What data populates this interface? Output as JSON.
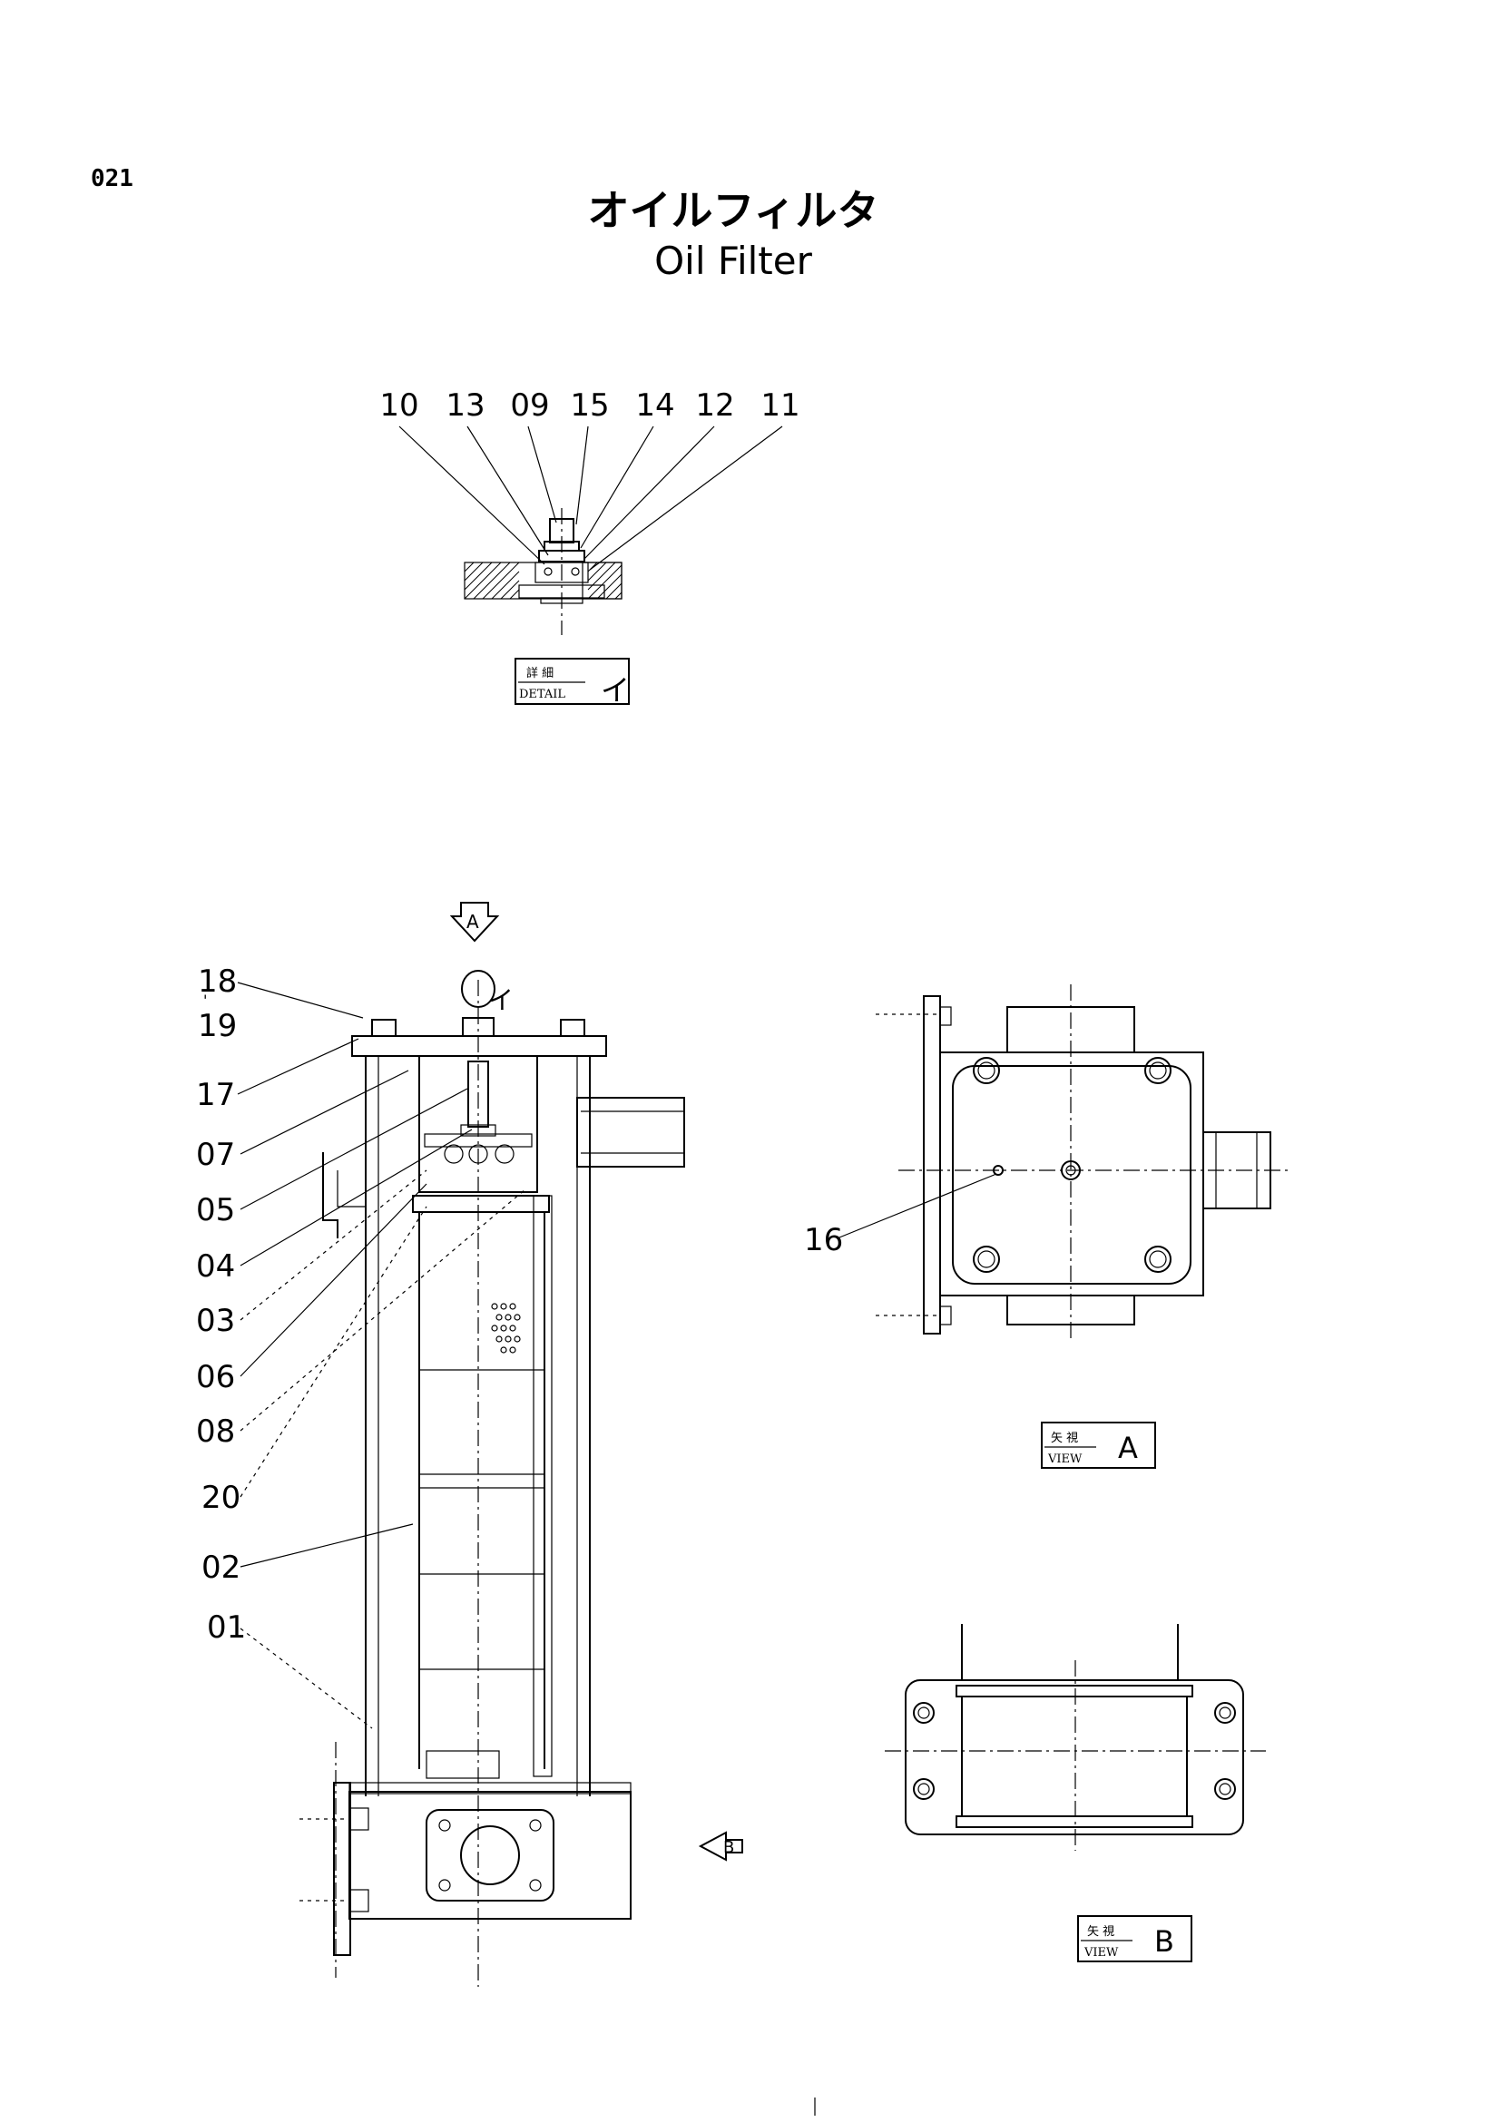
{
  "page_number": "021",
  "title_jp": "オイルフィルタ",
  "title_en": "Oil Filter",
  "detail_tag": {
    "jp": "詳 細",
    "en": "DETAIL",
    "mark": "イ"
  },
  "view_a_tag": {
    "jp": "矢 視",
    "en": "VIEW",
    "mark": "A"
  },
  "view_b_tag": {
    "jp": "矢 視",
    "en": "VIEW",
    "mark": "B"
  },
  "arrow_a_mark": "A",
  "arrow_b_mark": "B",
  "detail_marker": "イ",
  "detail_labels": [
    "10",
    "13",
    "09",
    "15",
    "14",
    "12",
    "11"
  ],
  "main_labels": [
    "18",
    "19",
    "17",
    "07",
    "05",
    "04",
    "03",
    "06",
    "08",
    "20",
    "02",
    "01"
  ],
  "view_a_labels": [
    "16"
  ]
}
